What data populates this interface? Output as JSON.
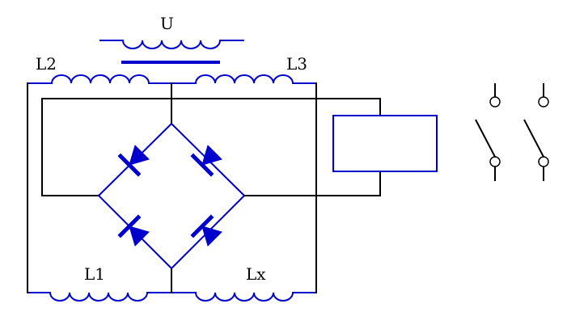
{
  "labels": {
    "u": "U",
    "l2": "L2",
    "l3": "L3",
    "l1": "L1",
    "lx": "Lx"
  },
  "colors": {
    "wire": "#000000",
    "component": "#0000cc",
    "background": "#ffffff"
  }
}
